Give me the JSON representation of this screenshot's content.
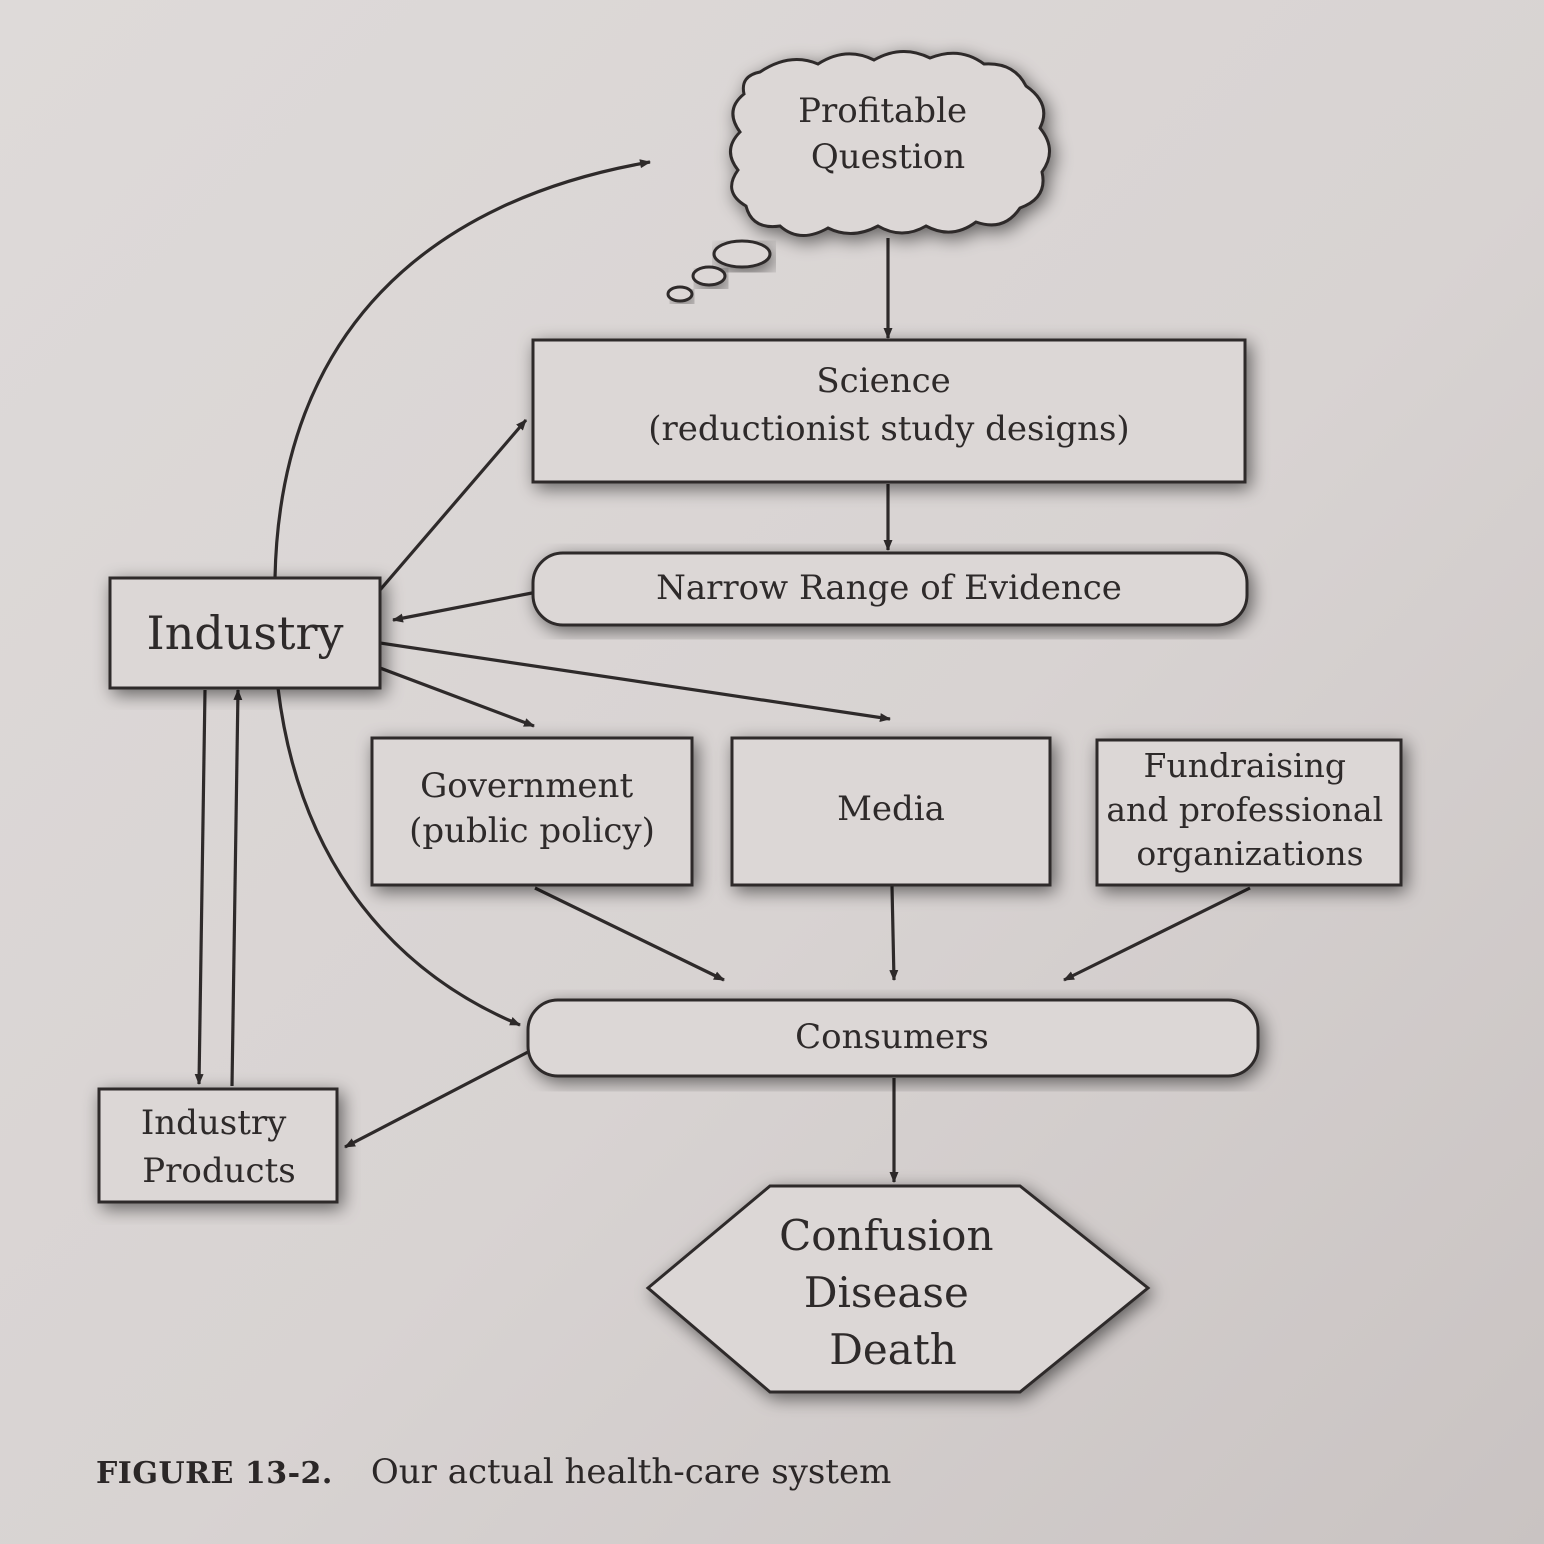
{
  "diagram": {
    "nodes": {
      "profitable_question": [
        "Profitable",
        "Question"
      ],
      "science": [
        "Science",
        "(reductionist study designs)"
      ],
      "narrow_range": [
        "Narrow Range of Evidence"
      ],
      "industry": [
        "Industry"
      ],
      "government": [
        "Government",
        "(public policy)"
      ],
      "media": [
        "Media"
      ],
      "fundraising": [
        "Fundraising",
        "and professional",
        "organizations"
      ],
      "consumers": [
        "Consumers"
      ],
      "industry_products": [
        "Industry",
        "Products"
      ],
      "outcomes": [
        "Confusion",
        "Disease",
        "Death"
      ]
    },
    "edges": [
      {
        "from": "industry",
        "to": "profitable_question"
      },
      {
        "from": "profitable_question",
        "to": "science"
      },
      {
        "from": "industry",
        "to": "science"
      },
      {
        "from": "science",
        "to": "narrow_range"
      },
      {
        "from": "narrow_range",
        "to": "industry"
      },
      {
        "from": "industry",
        "to": "government"
      },
      {
        "from": "industry",
        "to": "media"
      },
      {
        "from": "industry",
        "to": "consumers"
      },
      {
        "from": "industry",
        "to": "industry_products"
      },
      {
        "from": "industry_products",
        "to": "industry"
      },
      {
        "from": "government",
        "to": "consumers"
      },
      {
        "from": "media",
        "to": "consumers"
      },
      {
        "from": "fundraising",
        "to": "consumers"
      },
      {
        "from": "consumers",
        "to": "industry_products"
      },
      {
        "from": "consumers",
        "to": "outcomes"
      }
    ]
  },
  "caption": {
    "label": "FIGURE 13-2.",
    "text": "Our actual health-care system"
  },
  "colors": {
    "ink": "#2e2a2a",
    "box_fill": "#dcd7d6",
    "background": "#d9d4d3"
  }
}
